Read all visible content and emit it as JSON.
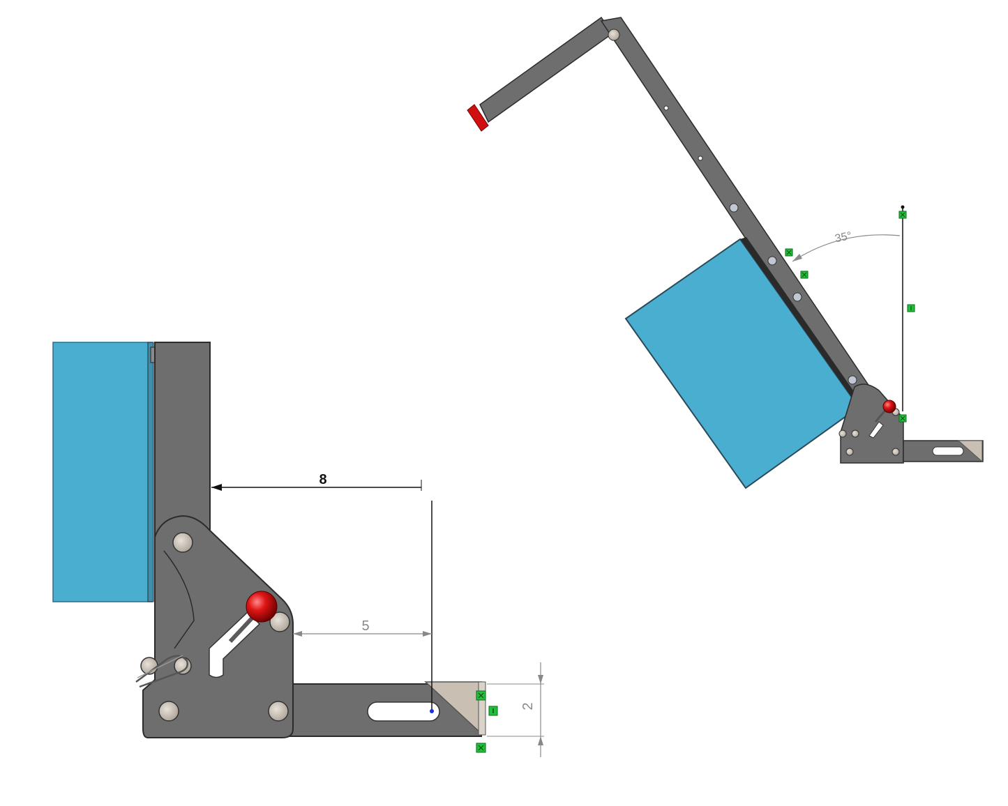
{
  "dimensions": {
    "horizontal_top": "8",
    "horizontal_middle": "5",
    "vertical_right": "2",
    "angle": "35°"
  },
  "colors": {
    "panel_blue": "#4aaed0",
    "steel_gray": "#6e6e6e",
    "steel_dark": "#3a3a3a",
    "knob_red": "#d01010",
    "constraint_green": "#22c03a",
    "dim_black": "#111111",
    "dim_gray": "#888888",
    "tan_bracket": "#c9c0b3"
  },
  "icons": [
    "constraint-marker-icon",
    "handle-knob-icon",
    "bolt-icon"
  ]
}
